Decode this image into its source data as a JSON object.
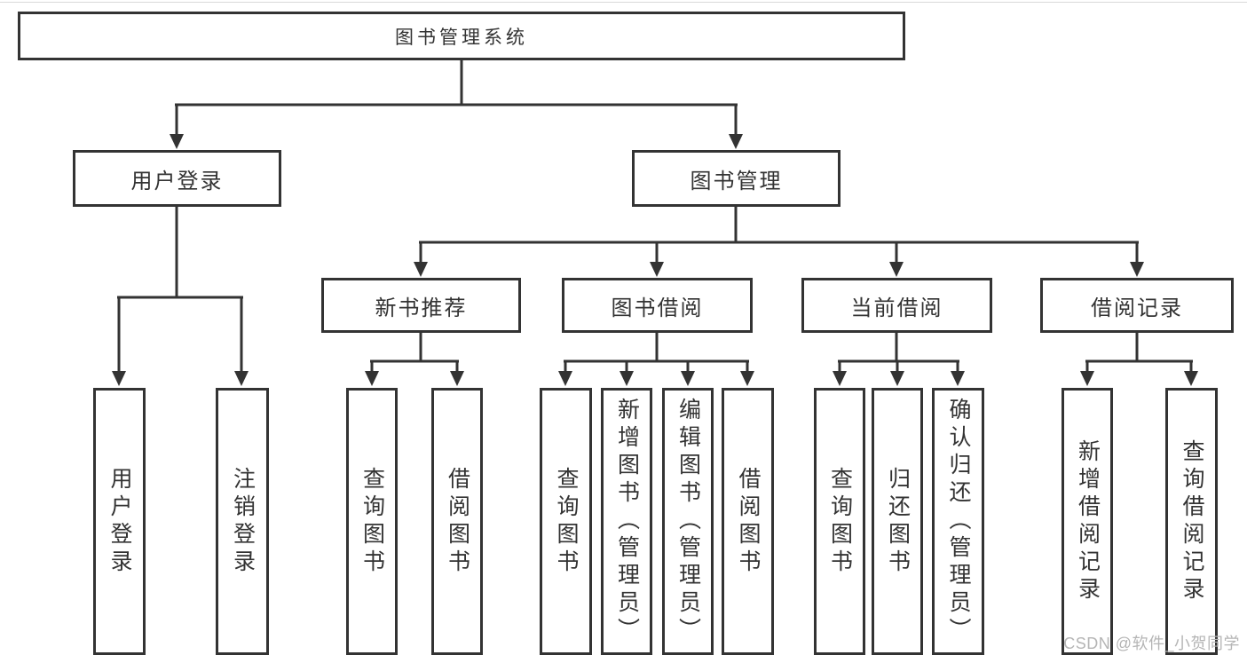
{
  "tree": {
    "label": "图书管理系统",
    "children": [
      {
        "label": "用户登录",
        "children": [
          {
            "label": "用户登录"
          },
          {
            "label": "注销登录"
          }
        ]
      },
      {
        "label": "图书管理",
        "children": [
          {
            "label": "新书推荐",
            "children": [
              {
                "label": "查询图书"
              },
              {
                "label": "借阅图书"
              }
            ]
          },
          {
            "label": "图书借阅",
            "children": [
              {
                "label": "查询图书"
              },
              {
                "label": "新增图书（管理员）"
              },
              {
                "label": "编辑图书（管理员）"
              },
              {
                "label": "借阅图书"
              }
            ]
          },
          {
            "label": "当前借阅",
            "children": [
              {
                "label": "查询图书"
              },
              {
                "label": "归还图书"
              },
              {
                "label": "确认归还（管理员）"
              }
            ]
          },
          {
            "label": "借阅记录",
            "children": [
              {
                "label": "新增借阅记录"
              },
              {
                "label": "查询借阅记录"
              }
            ]
          }
        ]
      }
    ]
  },
  "watermark": {
    "text": "CSDN @软件_小贺同学"
  },
  "colors": {
    "line": "#333333",
    "text": "#333333",
    "background": "#ffffff",
    "watermark": "#b5b5b5"
  }
}
